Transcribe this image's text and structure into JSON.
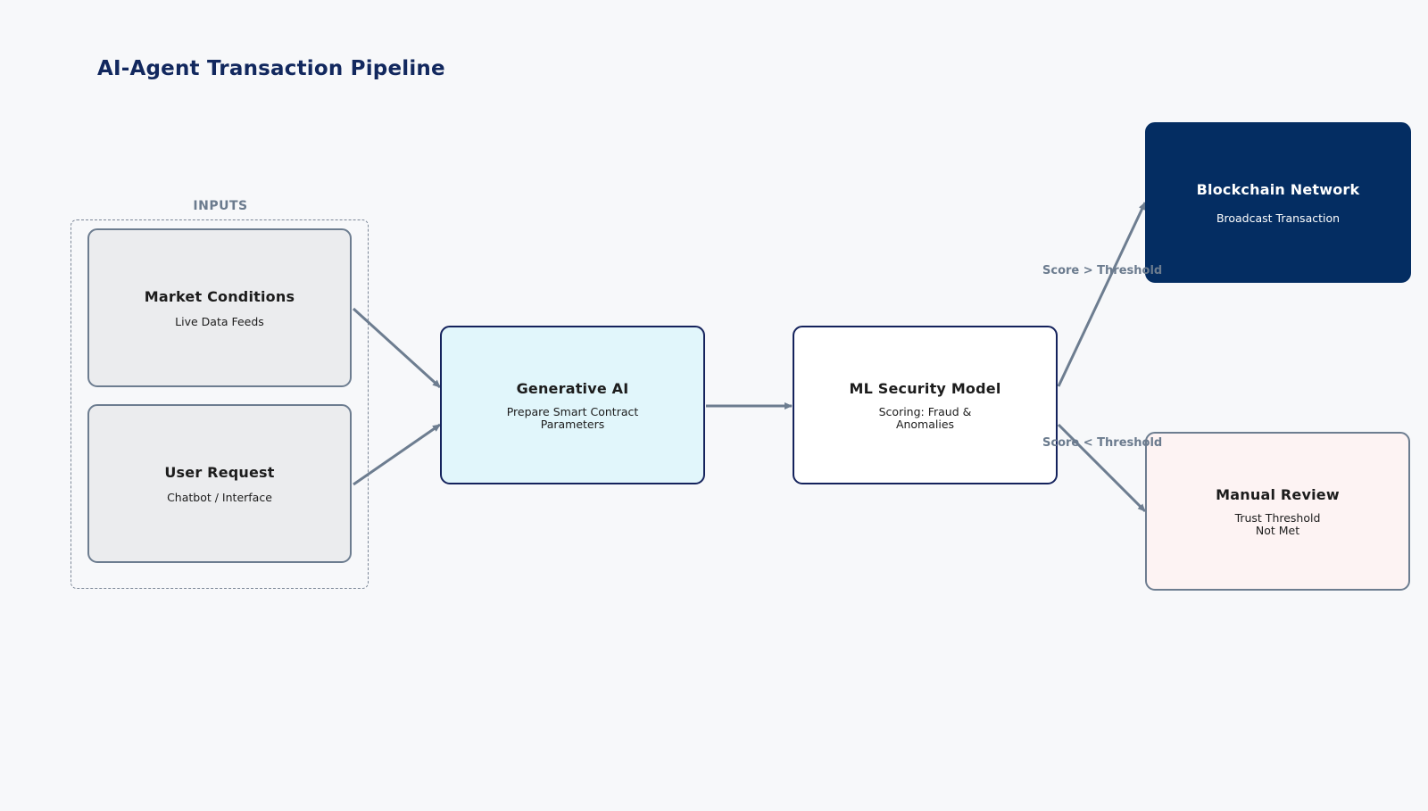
{
  "title": "AI-Agent Transaction Pipeline",
  "inputs_group": {
    "label": "INPUTS"
  },
  "nodes": {
    "market": {
      "title": "Market Conditions",
      "subtitle": "Live Data Feeds"
    },
    "user": {
      "title": "User Request",
      "subtitle": "Chatbot / Interface"
    },
    "genai": {
      "title": "Generative AI",
      "subtitle": "Prepare Smart Contract\nParameters"
    },
    "ml": {
      "title": "ML Security Model",
      "subtitle": "Scoring: Fraud &\nAnomalies"
    },
    "blockchain": {
      "title": "Blockchain Network",
      "subtitle": "Broadcast Transaction"
    },
    "review": {
      "title": "Manual Review",
      "subtitle": "Trust Threshold\nNot Met"
    }
  },
  "edges": {
    "high_label": "Score > Threshold",
    "low_label": "Score < Threshold"
  },
  "colors": {
    "title": "#12285e",
    "input_fill": "#ebecee",
    "genai_fill": "#e1f6fb",
    "blockchain_fill": "#042d62",
    "review_fill": "#fdf3f3",
    "edge": "#6d7d90",
    "node_border_dark": "#14225c"
  }
}
